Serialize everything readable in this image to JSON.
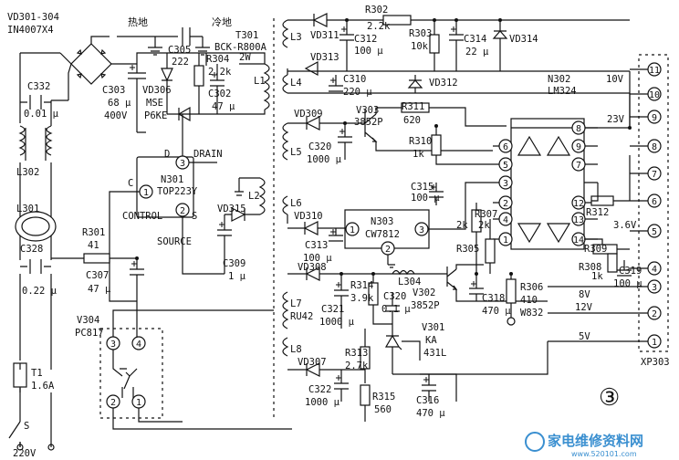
{
  "labels": {
    "vd301": "VD301-304",
    "vd301_part": "IN4007X4",
    "hot_ground": "热地",
    "c305": "C305",
    "c305_val": "222",
    "cold_ground": "冷地",
    "t301": "T301",
    "t301_part": "BCK-R800A",
    "c332": "C332",
    "c332_val": "0.01 μ",
    "c303": "C303",
    "c303_val1": "68 μ",
    "c303_val2": "400V",
    "vd306": "VD306",
    "vd306_part1": "MSE",
    "vd306_part2": "P6KE",
    "r304": "R304",
    "r304_val": "2.2k",
    "winding_2w": "2W",
    "l1": "L1",
    "c302": "C302",
    "c302_val": "47 μ",
    "l302": "L302",
    "drain": "DRAIN",
    "pin_d": "D",
    "pin_c": "C",
    "n301": "N301",
    "n301_part": "TOP223Y",
    "control": "CONTROL",
    "pin_s": "S",
    "source": "SOURCE",
    "l2": "L2",
    "vd315": "VD315",
    "l301": "L301",
    "r301": "R301",
    "r301_val": "41",
    "c309": "C309",
    "c309_val": "1 μ",
    "c328": "C328",
    "c328_val": "0.22 μ",
    "c307": "C307",
    "c307_val": "47 μ",
    "v304": "V304",
    "v304_part": "PC817",
    "t1": "T1",
    "t1_val": "1.6A",
    "sw_s": "S",
    "mains": "220V",
    "l3": "L3",
    "vd311": "VD311",
    "r302": "R302",
    "r302_val": "2.2k",
    "c312": "C312",
    "c312_val": "100 μ",
    "r303": "R303",
    "r303_val": "10k",
    "c314": "C314",
    "c314_val": "22 μ",
    "vd314": "VD314",
    "vd313": "VD313",
    "l4": "L4",
    "c310": "C310",
    "c310_val": "220 μ",
    "vd312": "VD312",
    "n302": "N302",
    "n302_part": "LM324",
    "v10": "10V",
    "v23": "23V",
    "vd309": "VD309",
    "v303": "V303",
    "v303_part": "3852P",
    "r311": "R311",
    "r311_val": "620",
    "l5": "L5",
    "c320": "C320",
    "c320_val": "1000 μ",
    "r310": "R310",
    "r310_val": "1k",
    "l6": "L6",
    "c315": "C315",
    "c315_val": "100 μ",
    "vd310": "VD310",
    "n303": "N303",
    "n303_part": "CW7812",
    "c313": "C313",
    "c313_val": "100 μ",
    "r307": "R307",
    "r307_val": "2k",
    "r305": "R305",
    "r305_val": "2k",
    "r312": "R312",
    "v36": "3.6V",
    "r309": "R309",
    "r308": "R308",
    "r308_val": "1k",
    "c319": "C319",
    "c319_val": "100 μ",
    "vd308": "VD308",
    "r314": "R314",
    "r314_val": "3.9k",
    "l304": "L304",
    "c320b": "C320",
    "c320b_val": "0.1 μ",
    "v302": "V302",
    "v302_part": "3852P",
    "r306": "R306",
    "r306_val": "410",
    "w832": "W832",
    "l7": "L7",
    "ru42": "RU42",
    "c321": "C321",
    "c321_val": "1000 μ",
    "c318": "C318",
    "c318_val": "470 μ",
    "v8": "8V",
    "v12": "12V",
    "v301": "V301",
    "v301_part1": "KA",
    "v301_part2": "431L",
    "l8": "L8",
    "r313": "R313",
    "r313_val": "2.7k",
    "v5": "5V",
    "vd307": "VD307",
    "c322": "C322",
    "c322_val": "1000 μ",
    "r315": "R315",
    "r315_val": "560",
    "c316": "C316",
    "c316_val": "470 μ",
    "xp303": "XP303",
    "figure_number": "③",
    "watermark": "家电维修资料网",
    "watermark_url": "www.520101.com"
  },
  "pins": {
    "p1": "1",
    "p2": "2",
    "p3": "3",
    "p4": "4",
    "p5": "5",
    "p6": "6",
    "p7": "7",
    "p8": "8",
    "p9": "9",
    "p10": "10",
    "p11": "11",
    "p12": "12",
    "p13": "13",
    "p14": "14"
  },
  "colors": {
    "ink": "#111111",
    "watermark": "#3a8fd0",
    "background": "#ffffff"
  }
}
